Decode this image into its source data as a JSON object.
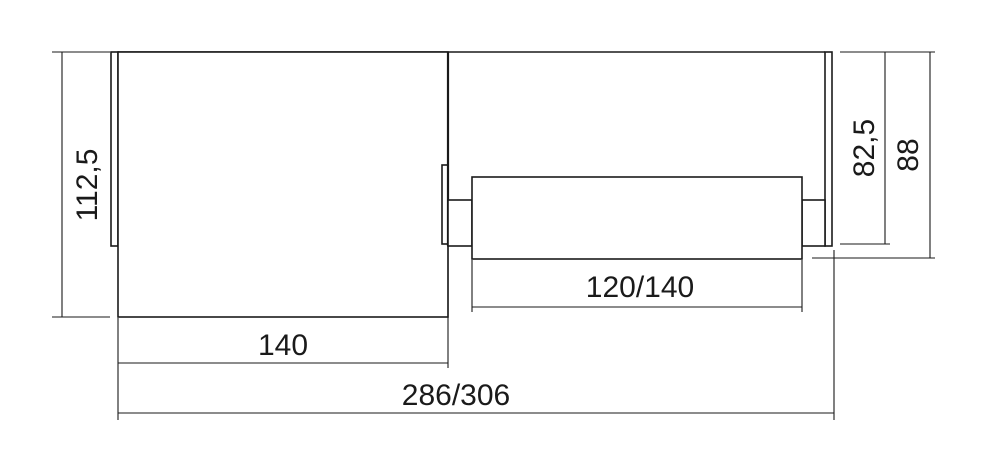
{
  "dimensions": {
    "left_height": "112,5",
    "left_width": "140",
    "total_width": "286/306",
    "roll_width": "120/140",
    "right_height_inner": "82,5",
    "right_height_outer": "88"
  },
  "colors": {
    "line": "#1a1a1a",
    "background": "#ffffff"
  }
}
